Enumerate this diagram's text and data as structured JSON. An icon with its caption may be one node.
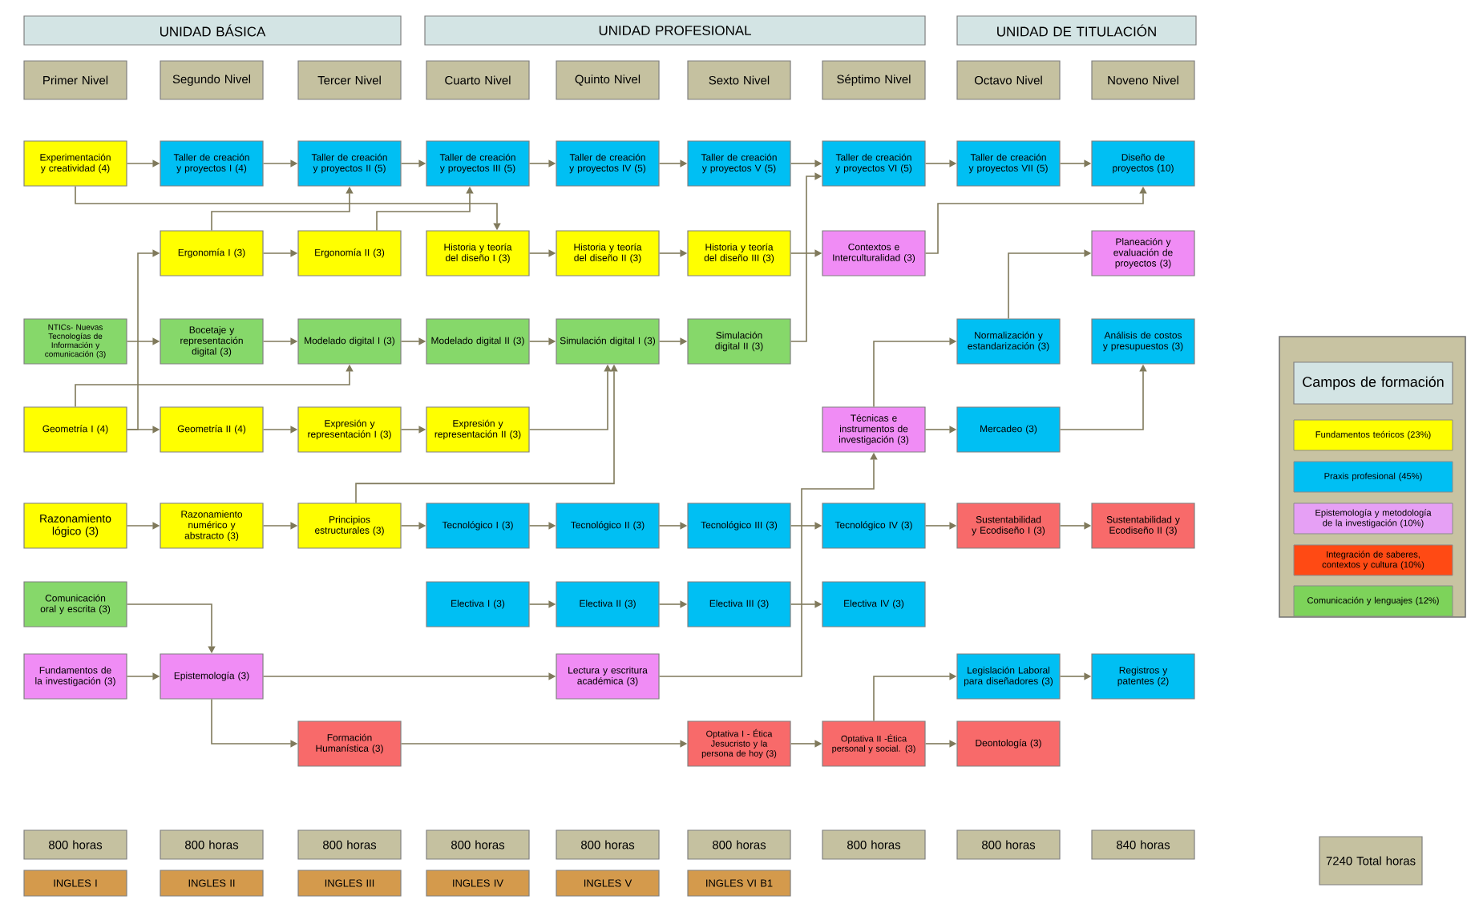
{
  "diagram": {
    "nodes": [
      {
        "text": [
          "UNIDAD BÁSICA"
        ]
      },
      {
        "text": [
          "UNIDAD PROFESIONAL"
        ]
      },
      {
        "text": [
          "UNIDAD DE TITULACIÓN"
        ]
      },
      {
        "text": [
          "Primer Nivel"
        ]
      },
      {
        "text": [
          "Segundo Nivel"
        ]
      },
      {
        "text": [
          "Tercer Nivel"
        ]
      },
      {
        "text": [
          "Cuarto Nivel"
        ]
      },
      {
        "text": [
          "Quinto Nivel"
        ]
      },
      {
        "text": [
          "Sexto Nivel"
        ]
      },
      {
        "text": [
          "Séptimo Nivel"
        ]
      },
      {
        "text": [
          "Octavo Nivel"
        ]
      },
      {
        "text": [
          "Noveno Nivel"
        ]
      },
      {
        "text": [
          "Experimentación y creatividad (4)"
        ]
      },
      {
        "text": [
          "Taller de creación y proyectos I (4)"
        ]
      },
      {
        "text": [
          "Taller de creación y proyectos II (5)"
        ]
      },
      {
        "text": [
          "Taller de creación y proyectos III (5)"
        ]
      },
      {
        "text": [
          "Taller de creación y proyectos IV (5)"
        ]
      },
      {
        "text": [
          "Taller de creación y proyectos V (5)"
        ]
      },
      {
        "text": [
          "Taller de creación y proyectos VI (5)"
        ]
      },
      {
        "text": [
          "Taller de creación y proyectos VII (5)"
        ]
      },
      {
        "text": [
          "Diseño de proyectos (10)"
        ]
      },
      {
        "text": [
          "Ergonomía I (3)"
        ]
      },
      {
        "text": [
          "Ergonomía II (3)"
        ]
      },
      {
        "text": [
          "Historia y teoría del diseño I (3)"
        ]
      },
      {
        "text": [
          "Historia y teoría del diseño II (3)"
        ]
      },
      {
        "text": [
          "Historia y teoría del diseño III (3)"
        ]
      },
      {
        "text": [
          "Contextos e Interculturalidad (3)"
        ]
      },
      {
        "text": [
          "Planeación y evaluación de proyectos (3)"
        ]
      },
      {
        "text": [
          "NTICs- Nuevas Tecnologías de Información y comunicación (3)"
        ]
      },
      {
        "text": [
          "Bocetaje y representación digital (3)"
        ]
      },
      {
        "text": [
          "Modelado digital I (3)"
        ]
      },
      {
        "text": [
          "Modelado digital II (3)"
        ]
      },
      {
        "text": [
          "Simulación digital I (3)"
        ]
      },
      {
        "text": [
          "Simulación digital II (3)"
        ]
      },
      {
        "text": [
          "Normalización y estandarización (3)"
        ]
      },
      {
        "text": [
          "Análisis de costos y presupuestos (3)"
        ]
      },
      {
        "text": [
          "Geometría I (4)"
        ]
      },
      {
        "text": [
          "Geometría II (4)"
        ]
      },
      {
        "text": [
          "Expresión y representación I (3)"
        ]
      },
      {
        "text": [
          "Expresión y representación II (3)"
        ]
      },
      {
        "text": [
          "Técnicas e instrumentos de investigación (3)"
        ]
      },
      {
        "text": [
          "Mercadeo (3)"
        ]
      },
      {
        "text": [
          "Razonamiento lógico (3)"
        ]
      },
      {
        "text": [
          "Razonamiento numérico y abstracto (3)"
        ]
      },
      {
        "text": [
          "Principios estructurales (3)"
        ]
      },
      {
        "text": [
          "Tecnológico I (3)"
        ]
      },
      {
        "text": [
          "Tecnológico II (3)"
        ]
      },
      {
        "text": [
          "Tecnológico III (3)"
        ]
      },
      {
        "text": [
          "Tecnológico IV (3)"
        ]
      },
      {
        "text": [
          "Sustentabilidad y Ecodiseño I (3)"
        ]
      },
      {
        "text": [
          "Sustentabilidad y Ecodiseño II (3)"
        ]
      },
      {
        "text": [
          "Comunicación oral y escrita (3)"
        ]
      },
      {
        "text": [
          "Electiva I (3)"
        ]
      },
      {
        "text": [
          "Electiva II (3)"
        ]
      },
      {
        "text": [
          "Electiva III (3)"
        ]
      },
      {
        "text": [
          "Electiva IV (3)"
        ]
      },
      {
        "text": [
          "Fundamentos de la investigación (3)"
        ]
      },
      {
        "text": [
          "Epistemología (3)"
        ]
      },
      {
        "text": [
          "Lectura y escritura académica (3)"
        ]
      },
      {
        "text": [
          "Legislación Laboral para diseñadores (3)"
        ]
      },
      {
        "text": [
          "Registros y patentes (2)"
        ]
      },
      {
        "text": [
          "Formación Humanística (3)"
        ]
      },
      {
        "text": [
          "Optativa I - Ética Jesucristo y la persona de hoy (3)"
        ]
      },
      {
        "text": [
          "Optativa II -Ética personal y social. (3)"
        ]
      },
      {
        "text": [
          "Deontología (3)"
        ]
      },
      {
        "text": [
          "800 horas"
        ]
      },
      {
        "text": [
          "800 horas"
        ]
      },
      {
        "text": [
          "800 horas"
        ]
      },
      {
        "text": [
          "800 horas"
        ]
      },
      {
        "text": [
          "800 horas"
        ]
      },
      {
        "text": [
          "800 horas"
        ]
      },
      {
        "text": [
          "800 horas"
        ]
      },
      {
        "text": [
          "800 horas"
        ]
      },
      {
        "text": [
          "840 horas"
        ]
      },
      {
        "text": [
          "7240 Total horas"
        ]
      },
      {
        "text": [
          "INGLES I"
        ]
      },
      {
        "text": [
          "INGLES II"
        ]
      },
      {
        "text": [
          "INGLES III"
        ]
      },
      {
        "text": [
          "INGLES IV"
        ]
      },
      {
        "text": [
          "INGLES V"
        ]
      },
      {
        "text": [
          "INGLES VI B1"
        ]
      },
      {
        "text": [
          "Campos de formación"
        ]
      }
    ],
    "edges": [
      {
        "from": 12,
        "to": 13,
        "arrow": "to"
      },
      {
        "from": 13,
        "to": 14,
        "arrow": "to"
      },
      {
        "from": 14,
        "to": 15,
        "arrow": "to"
      },
      {
        "from": 15,
        "to": 16,
        "arrow": "to"
      },
      {
        "from": 16,
        "to": 17,
        "arrow": "to"
      },
      {
        "from": 17,
        "to": 18,
        "arrow": "to"
      },
      {
        "from": 18,
        "to": 19,
        "arrow": "to"
      },
      {
        "from": 19,
        "to": 20,
        "arrow": "to"
      },
      {
        "from": 12,
        "to": 23,
        "arrow": "to"
      },
      {
        "from": 21,
        "to": 14,
        "arrow": "to"
      },
      {
        "from": 22,
        "to": 15,
        "arrow": "to"
      },
      {
        "from": 21,
        "to": 22,
        "arrow": "to"
      },
      {
        "from": 23,
        "to": 24,
        "arrow": "to"
      },
      {
        "from": 24,
        "to": 25,
        "arrow": "to"
      },
      {
        "from": 25,
        "to": 26,
        "arrow": "to"
      },
      {
        "from": 33,
        "to": 18,
        "arrow": "to"
      },
      {
        "from": 26,
        "to": 20,
        "arrow": "to"
      },
      {
        "from": 40,
        "to": 41,
        "arrow": "to"
      },
      {
        "from": 40,
        "to": 34,
        "arrow": "to"
      },
      {
        "from": 34,
        "to": 27,
        "arrow": "to"
      },
      {
        "from": 41,
        "to": 35,
        "arrow": "to"
      },
      {
        "from": 28,
        "to": 29,
        "arrow": "to"
      },
      {
        "from": 29,
        "to": 30,
        "arrow": "to"
      },
      {
        "from": 30,
        "to": 31,
        "arrow": "to"
      },
      {
        "from": 31,
        "to": 32,
        "arrow": "to"
      },
      {
        "from": 32,
        "to": 33,
        "arrow": "to"
      },
      {
        "from": 36,
        "to": 30,
        "arrow": "to"
      },
      {
        "from": 36,
        "to": 21,
        "arrow": "to"
      },
      {
        "from": 36,
        "to": 37,
        "arrow": "to"
      },
      {
        "from": 37,
        "to": 38,
        "arrow": "to"
      },
      {
        "from": 38,
        "to": 39,
        "arrow": "to"
      },
      {
        "from": 39,
        "to": 32,
        "arrow": "to"
      },
      {
        "from": 44,
        "to": 32,
        "arrow": "to"
      },
      {
        "from": 42,
        "to": 43,
        "arrow": "to"
      },
      {
        "from": 43,
        "to": 44,
        "arrow": "to"
      },
      {
        "from": 44,
        "to": 45,
        "arrow": "to"
      },
      {
        "from": 45,
        "to": 46,
        "arrow": "to"
      },
      {
        "from": 46,
        "to": 47,
        "arrow": "to"
      },
      {
        "from": 47,
        "to": 48,
        "arrow": "to"
      },
      {
        "from": 48,
        "to": 49,
        "arrow": "to"
      },
      {
        "from": 49,
        "to": 50,
        "arrow": "to"
      },
      {
        "from": 58,
        "to": 40,
        "arrow": "to"
      },
      {
        "from": 52,
        "to": 53,
        "arrow": "to"
      },
      {
        "from": 53,
        "to": 54,
        "arrow": "to"
      },
      {
        "from": 54,
        "to": 55,
        "arrow": "to"
      },
      {
        "from": 51,
        "to": 57,
        "arrow": "to"
      },
      {
        "from": 56,
        "to": 57,
        "arrow": "to"
      },
      {
        "from": 57,
        "to": 58,
        "arrow": "to"
      },
      {
        "from": 57,
        "to": 61,
        "arrow": "to"
      },
      {
        "from": 61,
        "to": 62,
        "arrow": "to"
      },
      {
        "from": 62,
        "to": 63,
        "arrow": "to"
      },
      {
        "from": 63,
        "to": 64,
        "arrow": "to"
      },
      {
        "from": 63,
        "to": 59,
        "arrow": "to"
      },
      {
        "from": 59,
        "to": 60,
        "arrow": "to"
      }
    ],
    "legend": [
      {
        "text": "Fundamentos teóricos (23%)",
        "color": "#ffff00"
      },
      {
        "text": "Praxis profesional (45%)",
        "color": "#00bff3"
      },
      {
        "text": "Epistemología y metodología de la investigación (10%)",
        "color": "#e6a0f5"
      },
      {
        "text": "Integración de saberes, contextos y cultura (10%)",
        "color": "#ff4a14"
      },
      {
        "text": "Comunicación y lenguajes (12%)",
        "color": "#7dd35a"
      }
    ]
  }
}
